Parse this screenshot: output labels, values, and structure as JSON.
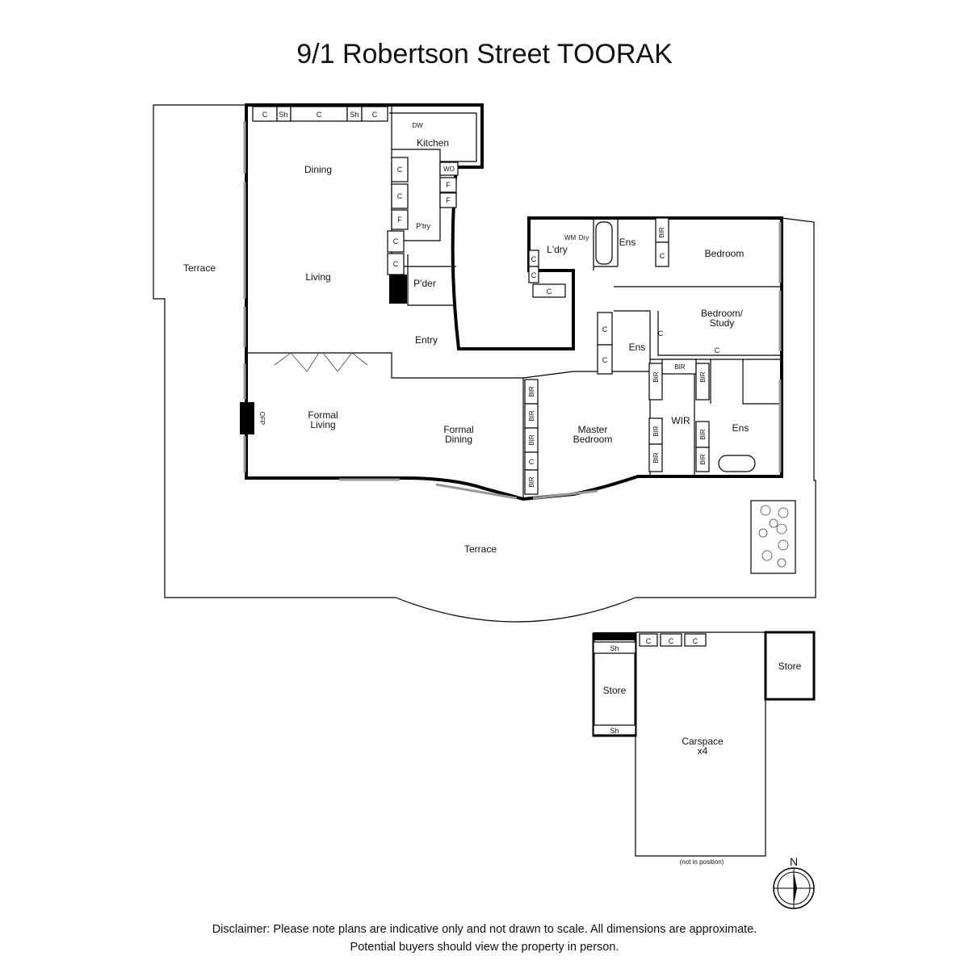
{
  "title": "9/1 Robertson Street TOORAK",
  "rooms": {
    "terrace_west": "Terrace",
    "dining": "Dining",
    "living": "Living",
    "kitchen": "Kitchen",
    "pantry": "P'try",
    "powder": "P'der",
    "entry": "Entry",
    "laundry": "L'dry",
    "ens1": "Ens",
    "bedroom": "Bedroom",
    "bedroom_study": [
      "Bedroom/",
      "Study"
    ],
    "ens2": "Ens",
    "formal_living": [
      "Formal",
      "Living"
    ],
    "formal_dining": [
      "Formal",
      "Dining"
    ],
    "master_bedroom": [
      "Master",
      "Bedroom"
    ],
    "wir": "WIR",
    "ens3": "Ens",
    "terrace_south": "Terrace",
    "store_left": "Store",
    "store_right": "Store",
    "carspace": [
      "Carspace",
      "x4"
    ]
  },
  "fixtures": {
    "cupboard": "C",
    "shelf": "Sh",
    "dishwasher": "DW",
    "wall_oven": "WO",
    "fridge": "F",
    "washing_machine": "WM",
    "dryer": "Dry",
    "built_in_robe": "BIR",
    "fireplace": "OFP"
  },
  "notes": {
    "not_in_position": "(not in position)",
    "north": "N"
  },
  "disclaimer": [
    "Disclaimer: Please note plans are indicative only and not drawn to scale. All dimensions are approximate.",
    "Potential buyers should view the property in person."
  ]
}
